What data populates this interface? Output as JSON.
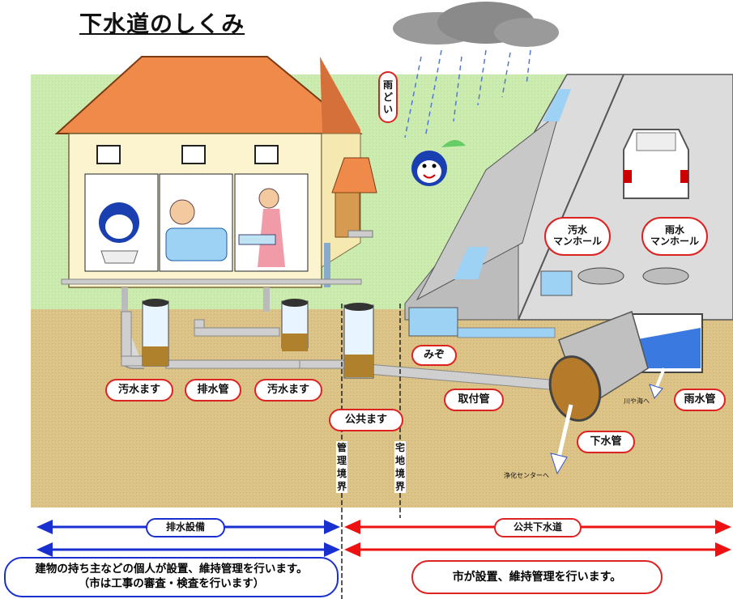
{
  "title": "下水道のしくみ",
  "labels": {
    "rain_gutter": "雨どい",
    "sewage_manhole": "汚水\nマンホール",
    "rain_manhole": "雨水\nマンホール",
    "sewage_basin_left": "汚水ます",
    "drain_pipe": "排水管",
    "sewage_basin_right": "汚水ます",
    "public_basin": "公共ます",
    "gutter": "みぞ",
    "connection_pipe": "取付管",
    "rain_pipe": "雨水管",
    "sewer_pipe": "下水管",
    "to_river": "川や海へ",
    "to_treatment": "浄化センターへ",
    "management_boundary": "管理境界",
    "property_boundary": "宅地境界"
  },
  "ranges": {
    "drainage_facility": "排水設備",
    "public_sewer": "公共下水道"
  },
  "notes": {
    "owner_line1": "建物の持ち主などの個人が設置、維持管理を行います。",
    "owner_line2": "（市は工事の審査・検査を行います）",
    "city": "市が設置、維持管理を行います。"
  },
  "colors": {
    "grass": "#ccebb0",
    "soil": "#dcc387",
    "roof": "#f08a4a",
    "wall": "#fbf4cf",
    "road": "#dcdcdc",
    "water": "#9ed2f5",
    "private_arrow": "#1a2fd0",
    "public_arrow": "#ee1111",
    "label_border": "#dd2222"
  }
}
